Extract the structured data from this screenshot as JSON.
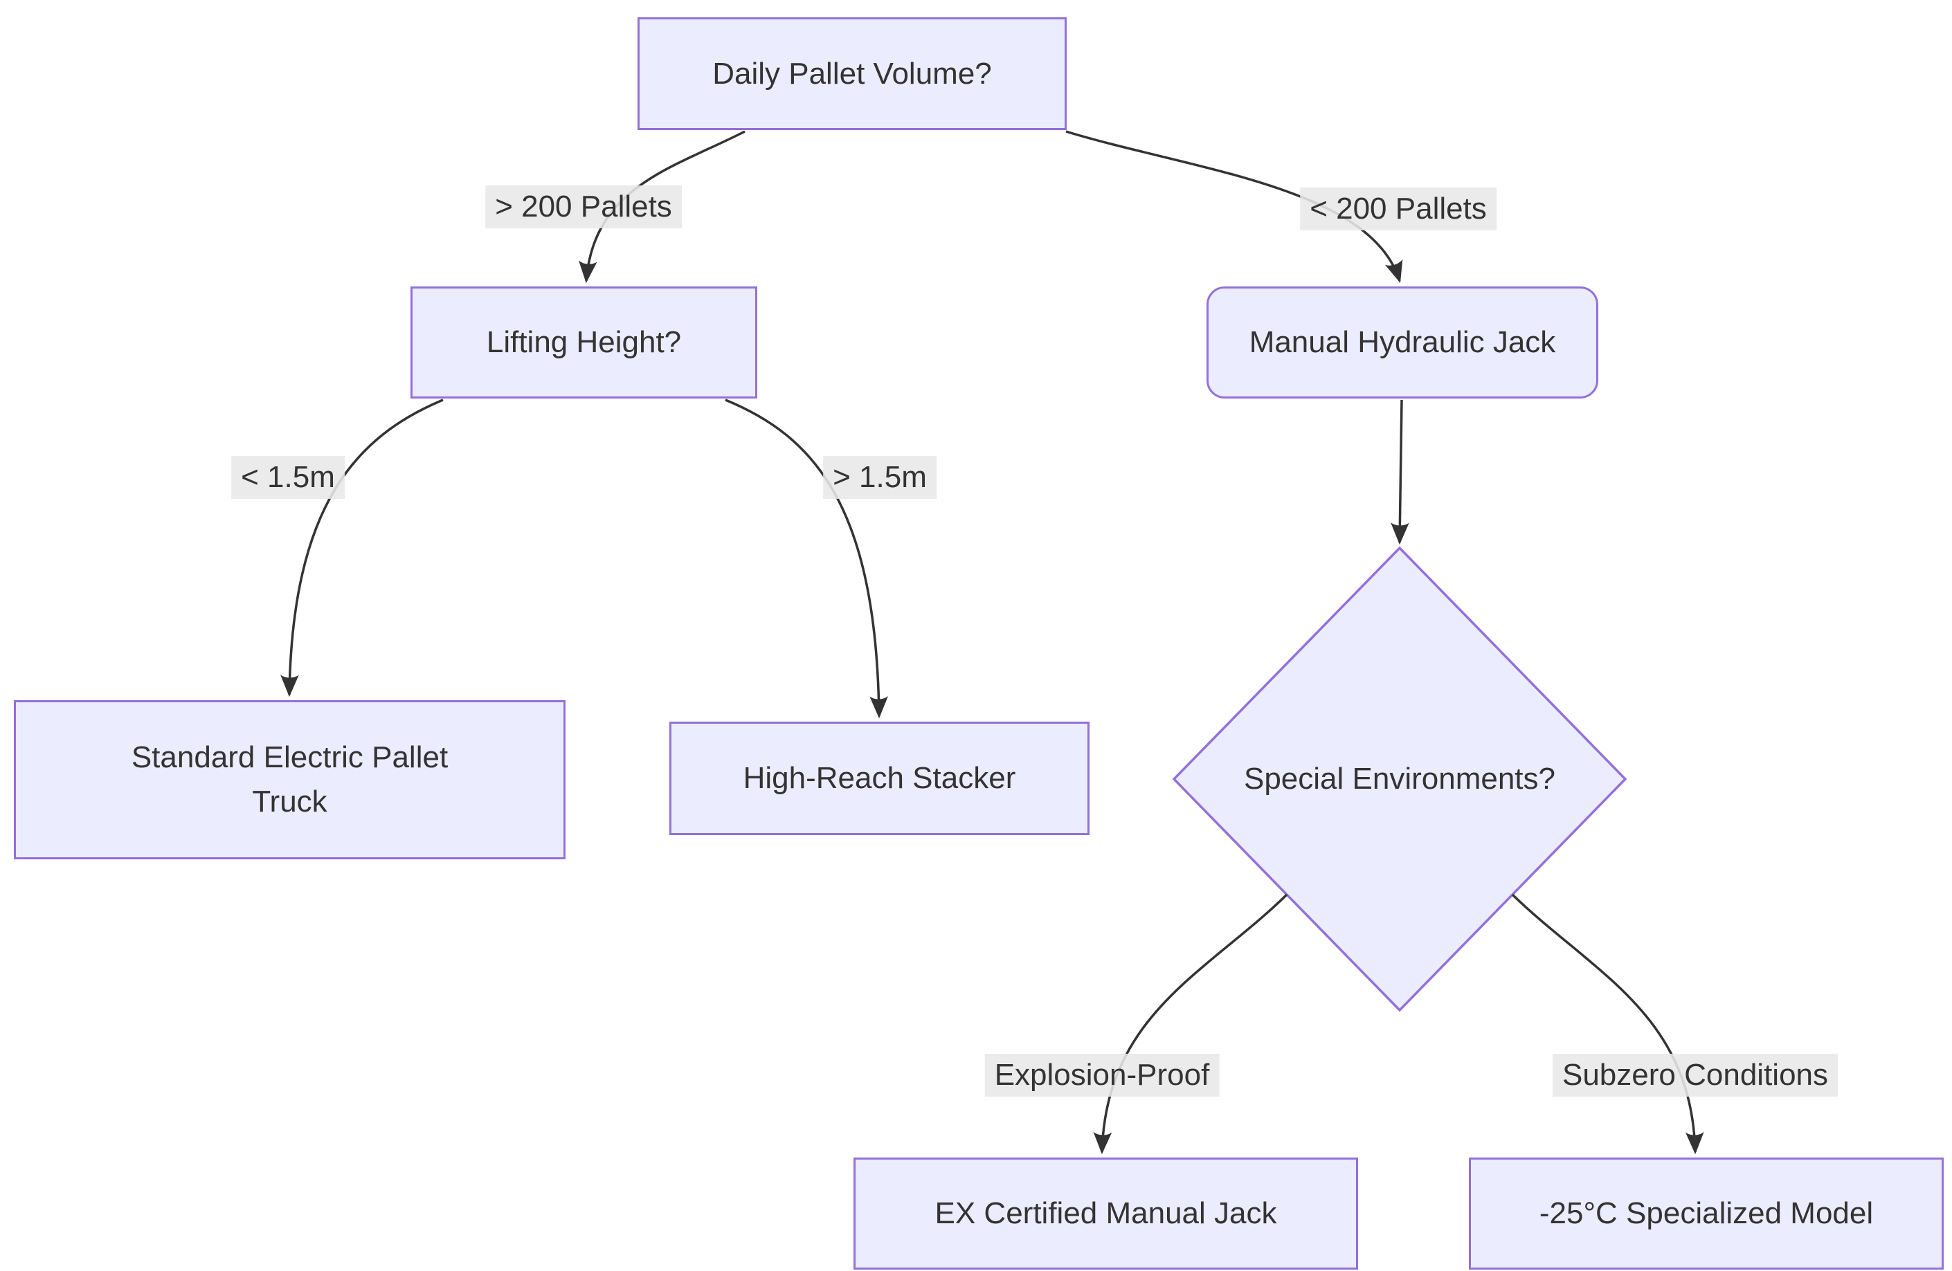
{
  "diagram": {
    "type": "flowchart-decision-tree",
    "background": "#ffffff",
    "colors": {
      "node_fill": "#ECECFF",
      "node_border": "#9370DB",
      "text": "#333333",
      "edge_line": "#333333",
      "edge_label_bg": "#e8e8e8"
    },
    "nodes": {
      "daily": {
        "label": "Daily Pallet Volume?",
        "shape": "rectangle"
      },
      "lifting": {
        "label": "Lifting Height?",
        "shape": "rectangle"
      },
      "manual": {
        "label": "Manual Hydraulic Jack",
        "shape": "rounded-rectangle"
      },
      "standard": {
        "label": "Standard Electric Pallet\nTruck",
        "shape": "rectangle"
      },
      "stacker": {
        "label": "High-Reach Stacker",
        "shape": "rectangle"
      },
      "special": {
        "label": "Special Environments?",
        "shape": "diamond"
      },
      "ex": {
        "label": "EX Certified Manual Jack",
        "shape": "rectangle"
      },
      "subzero": {
        "label": "-25°C Specialized Model",
        "shape": "rectangle"
      }
    },
    "edges": [
      {
        "from": "Daily Pallet Volume?",
        "to": "Lifting Height?",
        "label": "> 200 Pallets"
      },
      {
        "from": "Daily Pallet Volume?",
        "to": "Manual Hydraulic Jack",
        "label": "< 200 Pallets"
      },
      {
        "from": "Lifting Height?",
        "to": "Standard Electric Pallet Truck",
        "label": "< 1.5m"
      },
      {
        "from": "Lifting Height?",
        "to": "High-Reach Stacker",
        "label": "> 1.5m"
      },
      {
        "from": "Manual Hydraulic Jack",
        "to": "Special Environments?",
        "label": ""
      },
      {
        "from": "Special Environments?",
        "to": "EX Certified Manual Jack",
        "label": "Explosion-Proof"
      },
      {
        "from": "Special Environments?",
        "to": "-25°C Specialized Model",
        "label": "Subzero Conditions"
      }
    ]
  }
}
